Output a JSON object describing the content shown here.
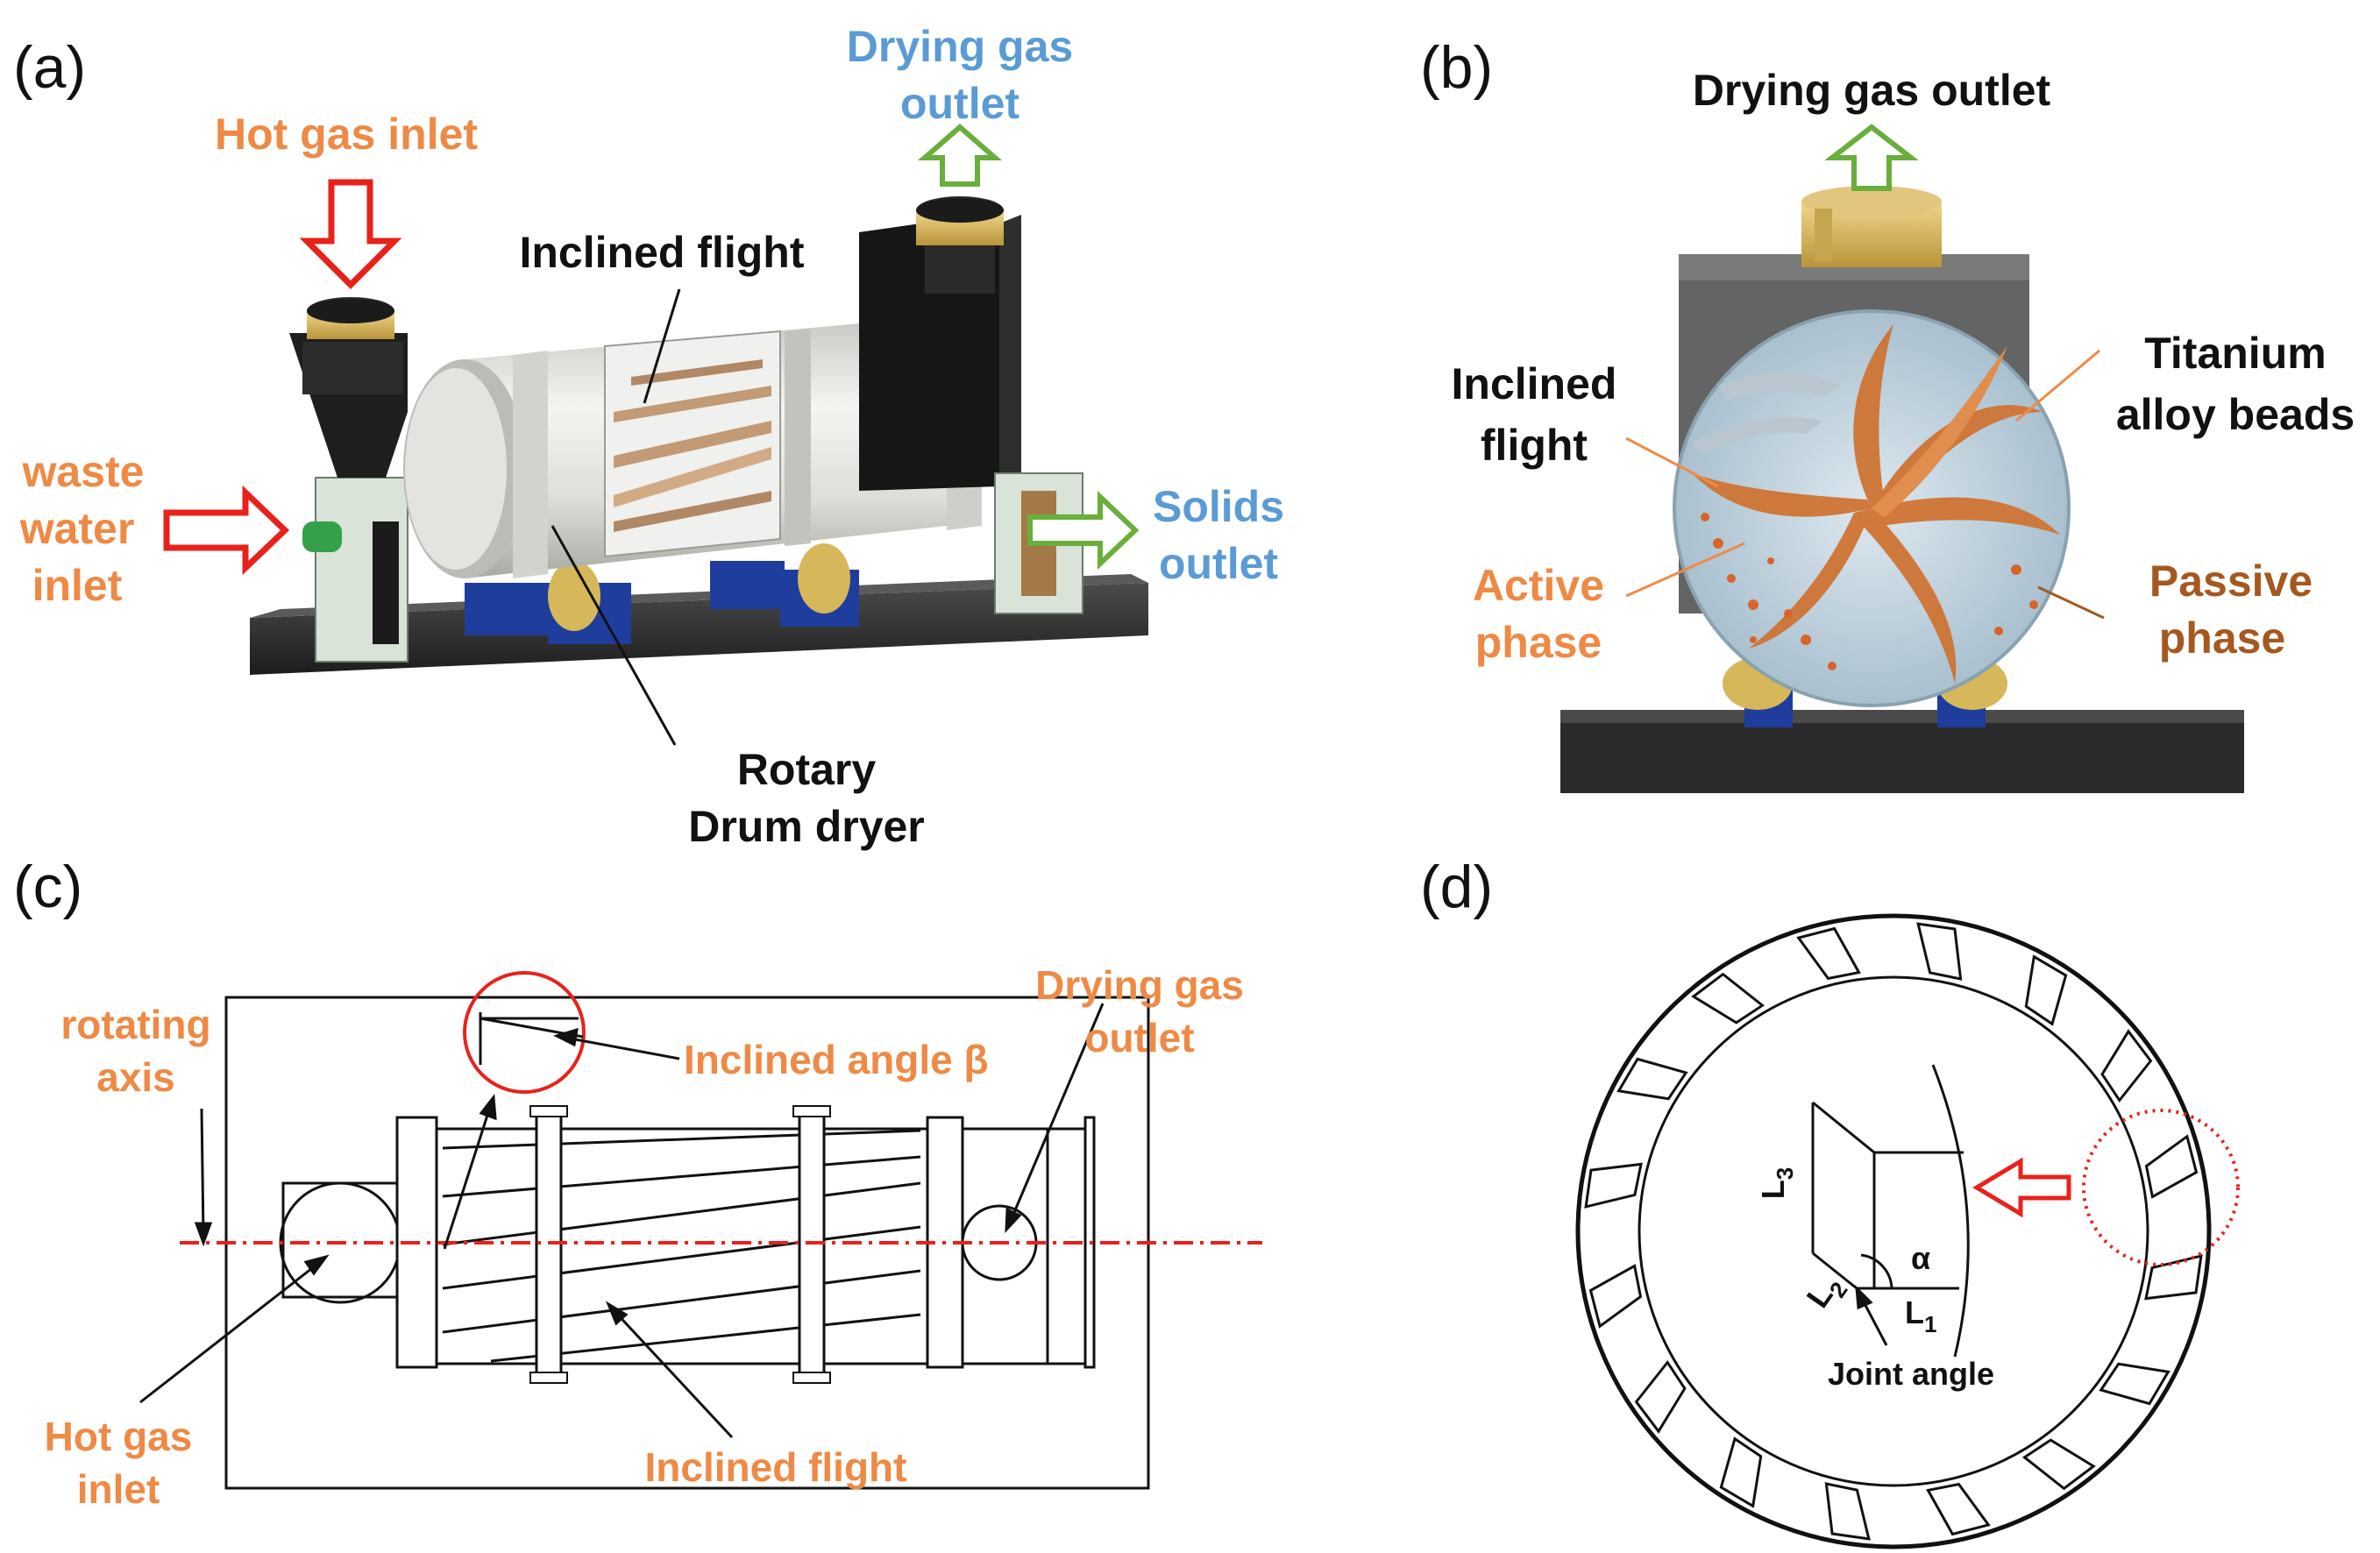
{
  "colors": {
    "orange_label": "#EE8A45",
    "blue_label": "#5B9BD5",
    "black_label": "#111111",
    "brown_label": "#A5581F",
    "red_arrow": "#E8221B",
    "green_arrow": "#6AAE3C",
    "axis_red": "#E8221B"
  },
  "panel_a": {
    "letter": "(a)",
    "hot_gas_inlet": "Hot gas inlet",
    "drying_gas_outlet": [
      "Drying gas",
      "outlet"
    ],
    "inclined_flight": "Inclined flight",
    "waste_water_inlet": [
      "waste",
      "water",
      "inlet"
    ],
    "solids_outlet": [
      "Solids",
      "outlet"
    ],
    "rotary_drum_dryer": [
      "Rotary",
      "Drum dryer"
    ]
  },
  "panel_b": {
    "letter": "(b)",
    "drying_gas_outlet": "Drying gas outlet",
    "inclined_flight": [
      "Inclined",
      "flight"
    ],
    "titanium_alloy_beads": [
      "Titanium",
      "alloy beads"
    ],
    "active_phase": [
      "Active",
      "phase"
    ],
    "passive_phase": [
      "Passive",
      "phase"
    ]
  },
  "panel_c": {
    "letter": "(c)",
    "rotating_axis": [
      "rotating",
      "axis"
    ],
    "inclined_angle": "Inclined angle β",
    "drying_gas_outlet": [
      "Drying gas",
      "outlet"
    ],
    "hot_gas_inlet": [
      "Hot gas",
      "inlet"
    ],
    "inclined_flight": "Inclined flight"
  },
  "panel_d": {
    "letter": "(d)",
    "l3": "L",
    "l3_sub": "3",
    "l2": "L",
    "l2_sub": "2",
    "l1": "L",
    "l1_sub": "1",
    "alpha": "α",
    "joint_angle": "Joint angle"
  }
}
